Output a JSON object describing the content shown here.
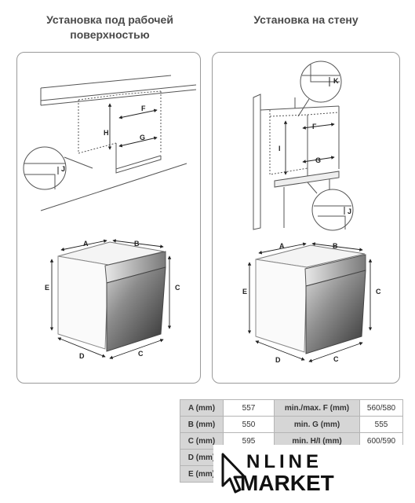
{
  "titles": {
    "left_line1": "Установка под рабочей",
    "left_line2": "поверхностью",
    "right": "Установка на стену"
  },
  "labels": {
    "A": "A",
    "B": "B",
    "C": "C",
    "D": "D",
    "E": "E",
    "F": "F",
    "G": "G",
    "H": "H",
    "I": "I",
    "J": "J",
    "K": "K"
  },
  "table": {
    "rows": [
      {
        "label": "A (mm)",
        "value": "557",
        "label2": "min./max. F (mm)",
        "value2": "560/580"
      },
      {
        "label": "B (mm)",
        "value": "550",
        "label2": "min. G (mm)",
        "value2": "555"
      },
      {
        "label": "C (mm)",
        "value": "595",
        "label2": "min. H/I (mm)",
        "value2": "600/590"
      },
      {
        "label": "D (mm)",
        "value": "",
        "label2": "",
        "value2": ""
      },
      {
        "label": "E (mm)",
        "value": "",
        "label2": "",
        "value2": ""
      }
    ]
  },
  "logo": {
    "line1": "NLINE",
    "line2": "MARKET",
    "icon": "cursor-arrow-icon"
  }
}
